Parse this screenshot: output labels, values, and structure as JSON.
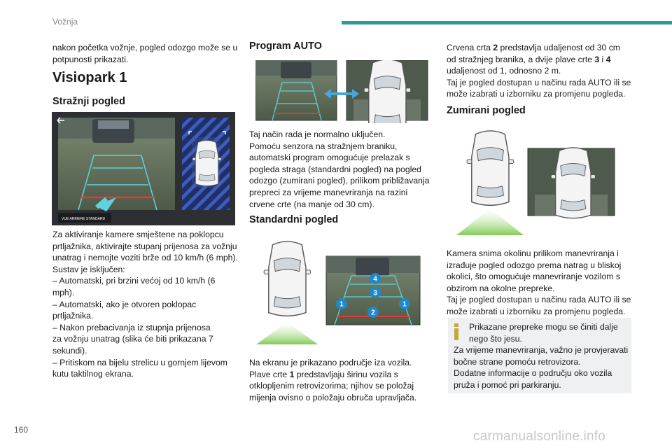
{
  "header": {
    "title": "Vožnja"
  },
  "page_number": "160",
  "watermark": "carmanualsonline.info",
  "col1": {
    "intro": [
      "nakon početka vožnje, pogled odozgo može se u",
      "potpunosti prikazati."
    ],
    "h1": "Visiopark 1",
    "h2": "Stražnji pogled",
    "screen_label": "VUE ARRIERE STANDARD",
    "body": [
      "Za aktiviranje kamere smještene na poklopcu",
      "prtljažnika, aktivirajte stupanj prijenosa za vožnju",
      "unatrag i nemojte voziti brže od 10 km/h (6 mph).",
      "Sustav je isključen:",
      "–  Automatski, pri brzini većoj od 10 km/h (6",
      "mph).",
      "–  Automatski, ako je otvoren poklopac",
      "prtljažnika.",
      "–  Nakon prebacivanja iz stupnja prijenosa",
      "za vožnju unatrag (slika će biti prikazana 7",
      "sekundi).",
      "–  Pritiskom na bijelu strelicu u gornjem lijevom",
      "kutu taktilnog ekrana."
    ]
  },
  "col2": {
    "h_auto": "Program AUTO",
    "auto_body": [
      "Taj način rada je normalno uključen.",
      "Pomoću senzora na stražnjem braniku,",
      "automatski program omogućuje prelazak s",
      "pogleda straga (standardni pogled) na pogled",
      "odozgo (zumirani pogled), prilikom približavanja",
      "prepreci za vrijeme manevriranja na razini",
      "crvene crte (na manje od 30 cm)."
    ],
    "h_std": "Standardni pogled",
    "markers": [
      "1",
      "2",
      "3",
      "4",
      "1"
    ],
    "std_body": [
      "Na ekranu je prikazano područje iza vozila.",
      "Plave crte ",
      "1",
      " predstavljaju širinu vozila s",
      "otklopljenim retrovizorima; njihov se položaj",
      "mijenja ovisno o položaju obruča upravljača."
    ]
  },
  "col3": {
    "top_body": [
      "Crvena crta ",
      "2",
      " predstavlja udaljenost od 30 cm",
      "od stražnjeg branika, a dvije plave crte ",
      "3",
      " i ",
      "4",
      "udaljenost od 1, odnosno 2 m.",
      "Taj je pogled dostupan u načinu rada AUTO ili se",
      "može izabrati u izborniku za promjenu pogleda."
    ],
    "h_zoom": "Zumirani pogled",
    "zoom_body": [
      "Kamera snima okolinu prilikom manevriranja i",
      "izrađuje pogled odozgo prema natrag u bliskoj",
      "okolici, što omogućuje manevriranje vozilom s",
      "obzirom na okolne prepreke.",
      "Taj je pogled dostupan u načinu rada AUTO ili se",
      "može izabrati u izborniku za promjenu pogleda."
    ],
    "info": [
      "Prikazane prepreke mogu se činiti dalje",
      "nego što jesu.",
      "Za vrijeme manevriranja, važno je provjeravati",
      "bočne strane pomoću retrovizora.",
      "Dodatne informacije o području oko vozila",
      "pruža i pomoć pri parkiranju."
    ]
  },
  "colors": {
    "accent": "#2a9aa0",
    "guide_blue": "#5fd3e0",
    "guide_red": "#e23a3a",
    "marker_blue": "#1e88c8",
    "beam_green": "#8ed36a"
  }
}
